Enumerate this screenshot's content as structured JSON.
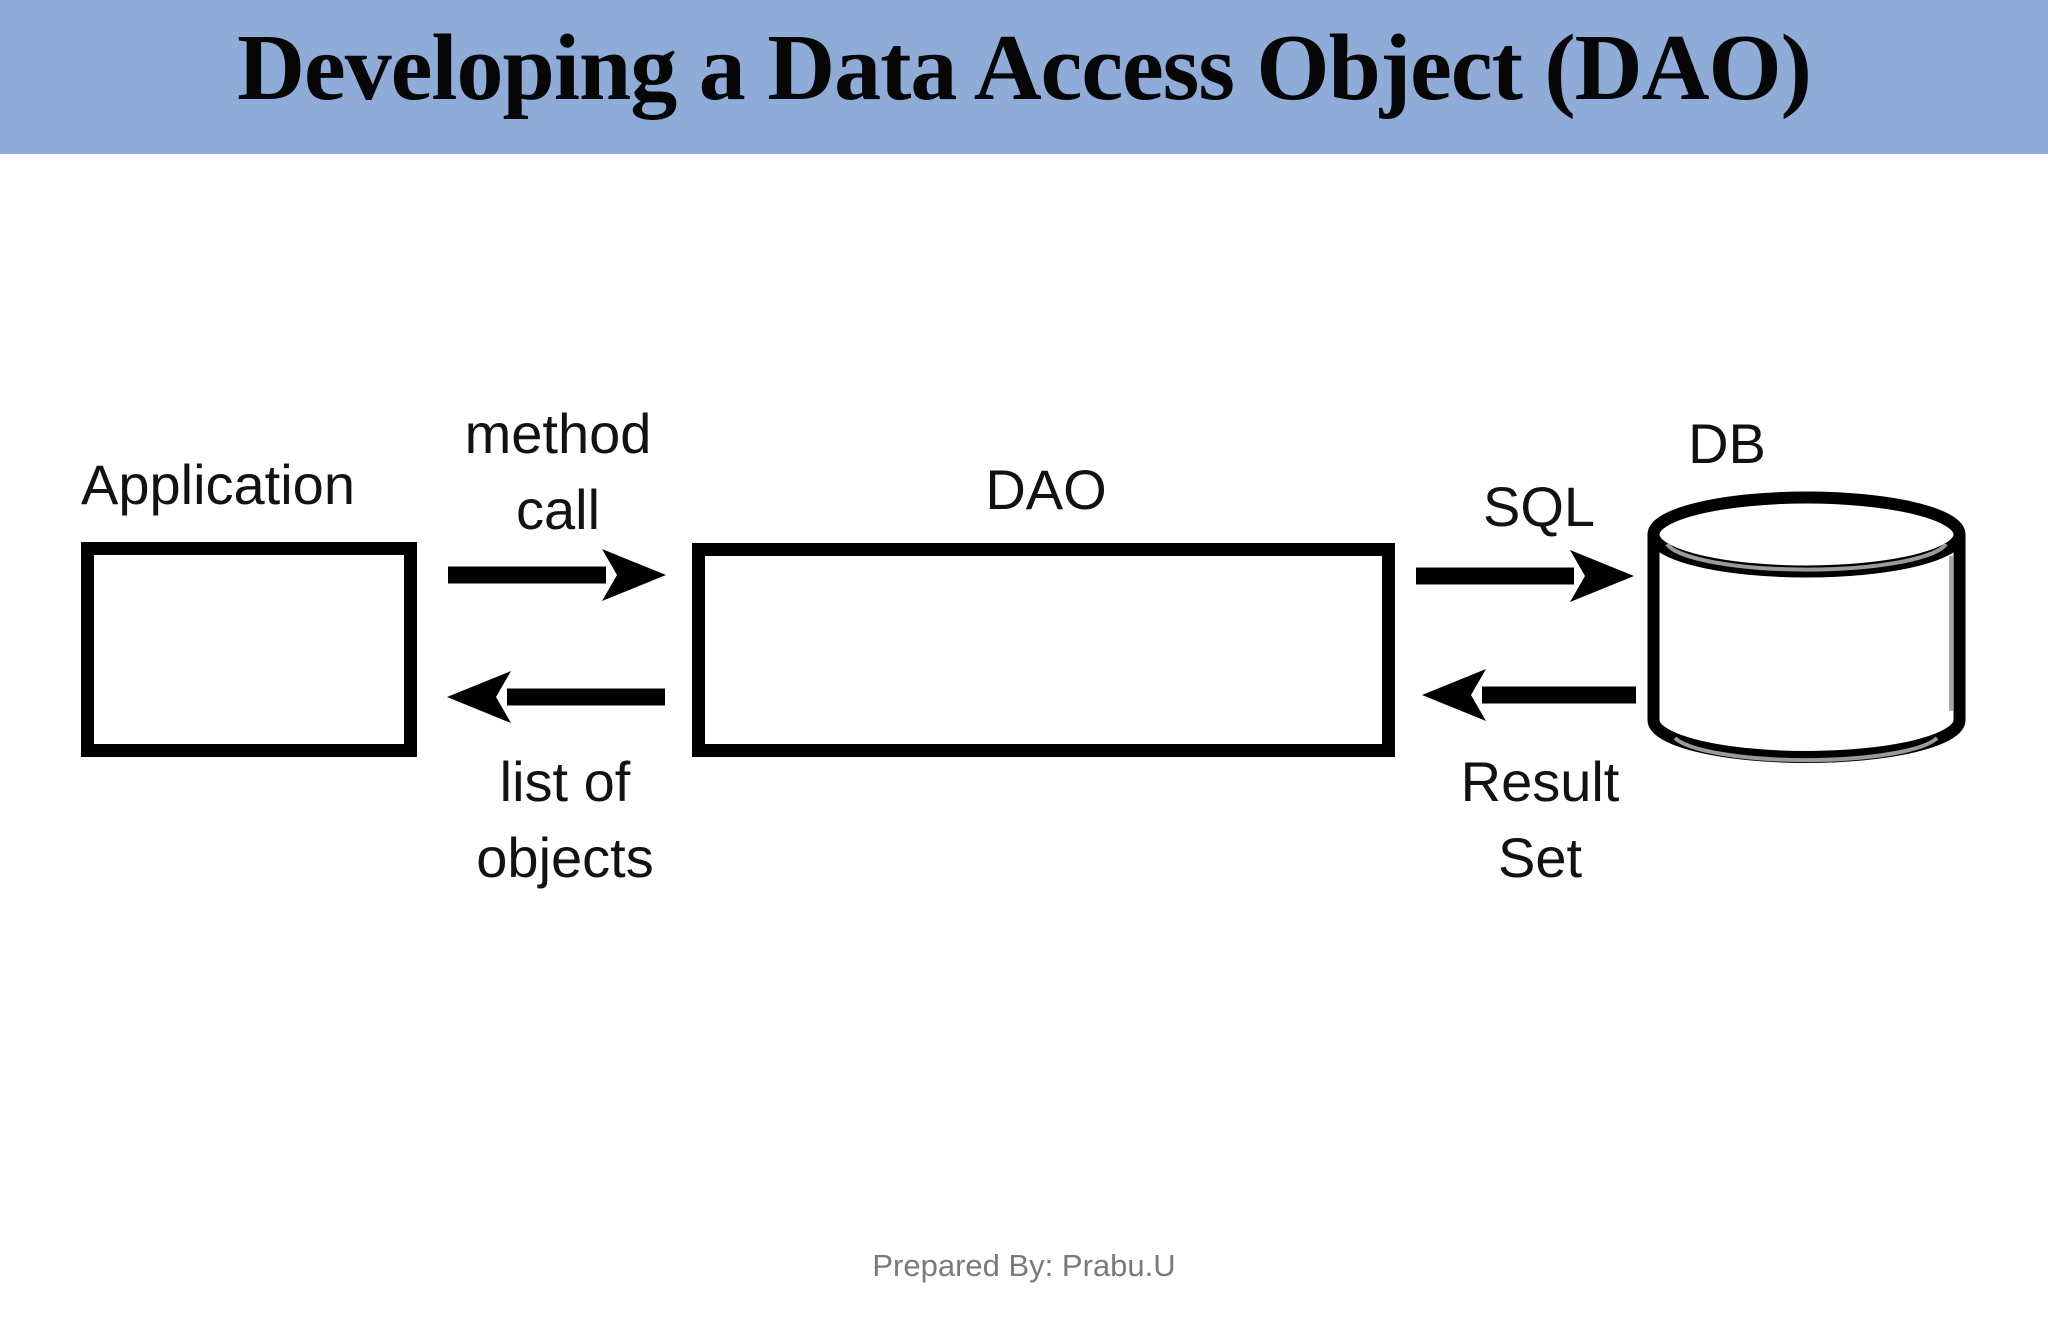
{
  "slide": {
    "title": "Developing a Data Access Object (DAO)",
    "footer": "Prepared By: Prabu.U"
  },
  "colors": {
    "title_band_bg": "#8fabd8",
    "title_text": "#060606",
    "diagram_stroke": "#000000",
    "label_text": "#121212",
    "footer_text": "#7a7a7a",
    "background": "#ffffff"
  },
  "labels": {
    "application": "Application",
    "dao": "DAO",
    "db": "DB",
    "sql": "SQL",
    "method_call_line1": "method",
    "method_call_line2": "call",
    "list_of_objects_line1": "list of",
    "list_of_objects_line2": "objects",
    "result_set_line1": "Result",
    "result_set_line2": "Set"
  },
  "diagram": {
    "nodes": [
      {
        "id": "application",
        "label": "Application",
        "shape": "rectangle"
      },
      {
        "id": "dao",
        "label": "DAO",
        "shape": "rectangle"
      },
      {
        "id": "db",
        "label": "DB",
        "shape": "cylinder"
      }
    ],
    "edges": [
      {
        "from": "application",
        "to": "dao",
        "label": "method call",
        "direction": "right"
      },
      {
        "from": "dao",
        "to": "application",
        "label": "list of objects",
        "direction": "left"
      },
      {
        "from": "dao",
        "to": "db",
        "label": "SQL",
        "direction": "right"
      },
      {
        "from": "db",
        "to": "dao",
        "label": "Result Set",
        "direction": "left"
      }
    ]
  }
}
